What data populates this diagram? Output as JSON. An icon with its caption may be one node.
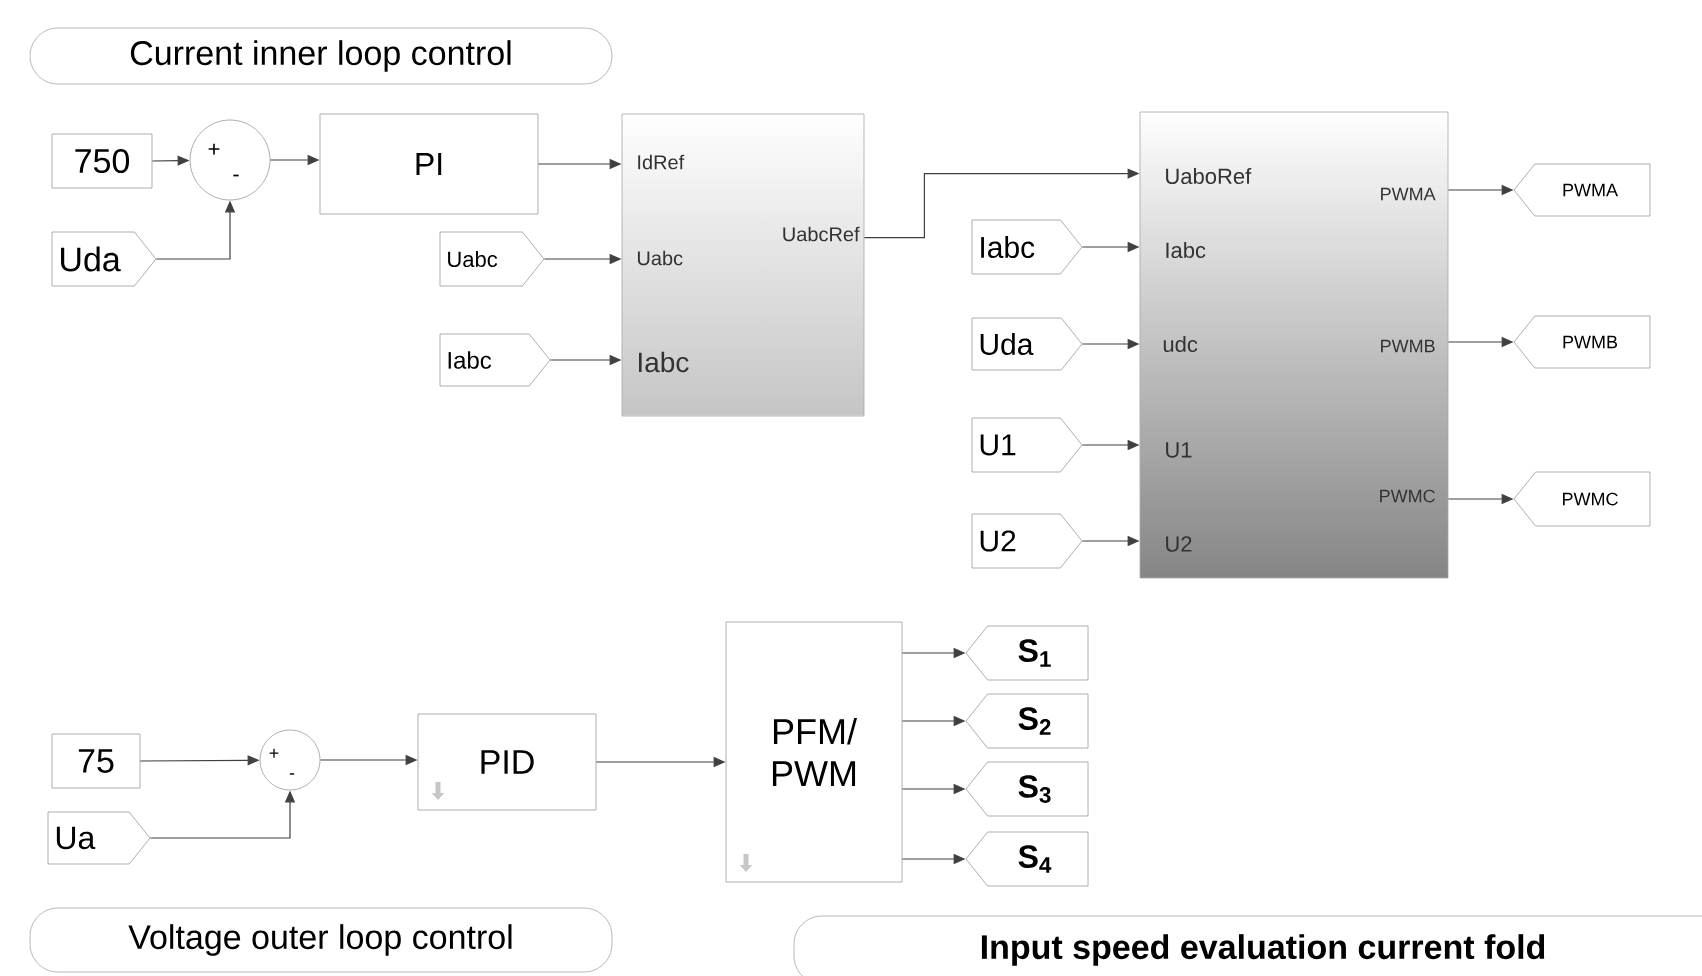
{
  "diagram": {
    "nodes": [
      {
        "text": [
          "Current inner loop control"
        ]
      },
      {
        "text": [
          "750"
        ]
      },
      {
        "text": [
          "+",
          "-"
        ]
      },
      {
        "text": [
          "PI"
        ]
      },
      {
        "text": [
          "Uda"
        ]
      },
      {
        "text": [
          "IdRef",
          "Uabc",
          "Iabc",
          "UabcRef"
        ]
      },
      {
        "text": [
          "Uabc"
        ]
      },
      {
        "text": [
          "Iabc"
        ]
      },
      {
        "text": [
          "UaboRef",
          "Iabc",
          "udc",
          "U1",
          "U2",
          "PWMA",
          "PWMB",
          "PWMC"
        ]
      },
      {
        "text": [
          "Iabc"
        ]
      },
      {
        "text": [
          "Uda"
        ]
      },
      {
        "text": [
          "U1"
        ]
      },
      {
        "text": [
          "U2"
        ]
      },
      {
        "text": [
          "PWMA"
        ]
      },
      {
        "text": [
          "PWMB"
        ]
      },
      {
        "text": [
          "PWMC"
        ]
      },
      {
        "text": [
          "75"
        ]
      },
      {
        "text": [
          "+",
          "-"
        ]
      },
      {
        "text": [
          "Ua"
        ]
      },
      {
        "text": [
          "PID"
        ]
      },
      {
        "text": [
          "PFM/ PWM"
        ]
      },
      {
        "text": [
          "S$_{1}$"
        ]
      },
      {
        "text": [
          "S$_{2}$"
        ]
      },
      {
        "text": [
          "S$_{3}$"
        ]
      },
      {
        "text": [
          "S$_{4}$"
        ]
      },
      {
        "text": [
          "Voltage outer loop control"
        ]
      },
      {
        "text": [
          "Input speed evaluation current fold"
        ]
      }
    ],
    "edges": [
      {
        "from": 1,
        "to": 2,
        "arrow": "to"
      },
      {
        "from": 4,
        "to": 2,
        "arrow": "to"
      },
      {
        "from": 2,
        "to": 3,
        "arrow": "to"
      },
      {
        "from": 3,
        "to": 5,
        "arrow": "to"
      },
      {
        "from": 6,
        "to": 5,
        "arrow": "to"
      },
      {
        "from": 7,
        "to": 5,
        "arrow": "to"
      },
      {
        "from": 5,
        "to": 8,
        "arrow": "to"
      },
      {
        "from": 9,
        "to": 8,
        "arrow": "to"
      },
      {
        "from": 10,
        "to": 8,
        "arrow": "to"
      },
      {
        "from": 11,
        "to": 8,
        "arrow": "to"
      },
      {
        "from": 12,
        "to": 8,
        "arrow": "to"
      },
      {
        "from": 8,
        "to": 13,
        "arrow": "to"
      },
      {
        "from": 8,
        "to": 14,
        "arrow": "to"
      },
      {
        "from": 8,
        "to": 15,
        "arrow": "to"
      },
      {
        "from": 16,
        "to": 17,
        "arrow": "to"
      },
      {
        "from": 18,
        "to": 17,
        "arrow": "to"
      },
      {
        "from": 17,
        "to": 19,
        "arrow": "to"
      },
      {
        "from": 19,
        "to": 20,
        "arrow": "to"
      },
      {
        "from": 20,
        "to": 21,
        "arrow": "to"
      },
      {
        "from": 20,
        "to": 22,
        "arrow": "to"
      },
      {
        "from": 20,
        "to": 23,
        "arrow": "to"
      },
      {
        "from": 20,
        "to": 24,
        "arrow": "to"
      }
    ]
  }
}
